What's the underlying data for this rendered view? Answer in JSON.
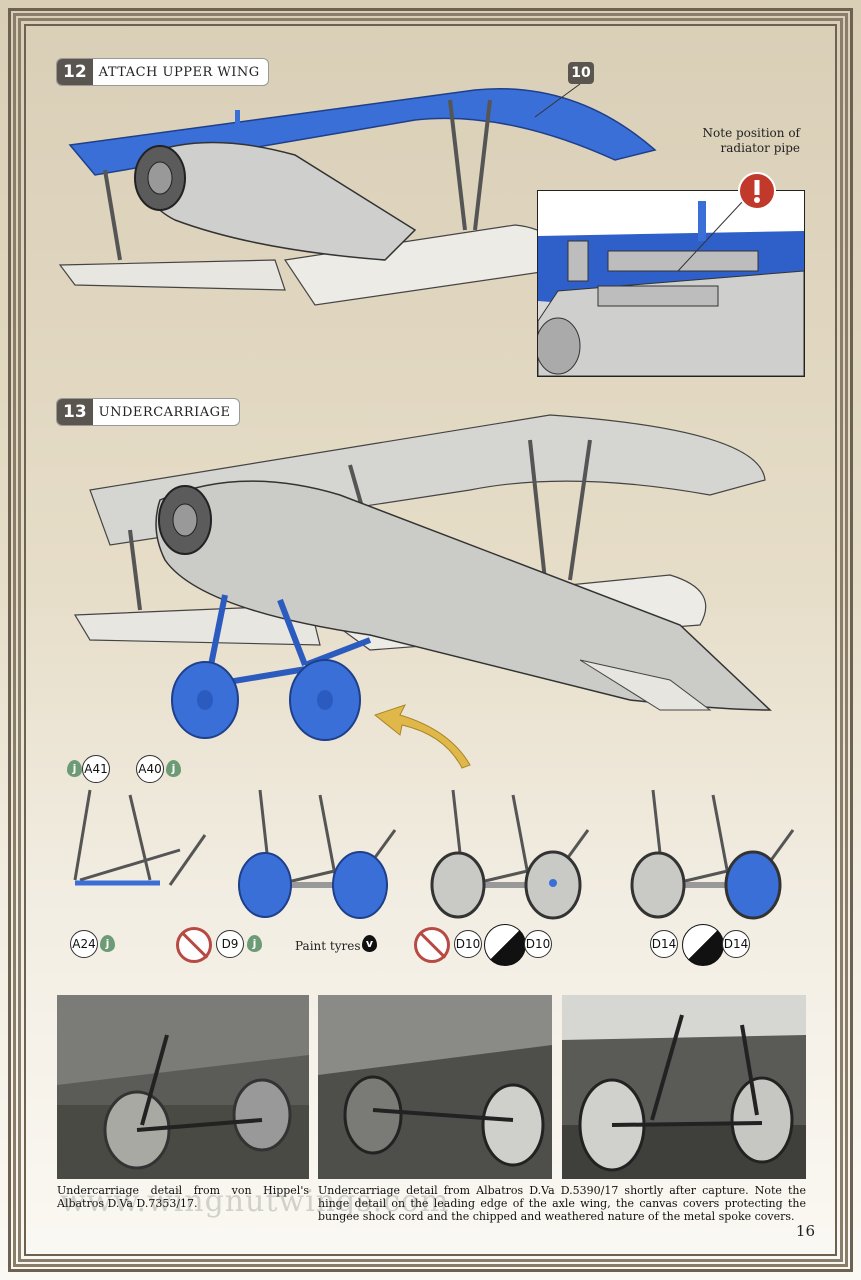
{
  "steps": {
    "step12": {
      "number": "12",
      "title": "ATTACH UPPER WING"
    },
    "step13": {
      "number": "13",
      "title": "UNDERCARRIAGE"
    }
  },
  "callouts": {
    "part10": "10",
    "radiator_note_line1": "Note position of",
    "radiator_note_line2": "radiator pipe"
  },
  "parts": {
    "A41": "A41",
    "A40": "A40",
    "A24": "A24",
    "D9": "D9",
    "D10a": "D10",
    "D10b": "D10",
    "D14a": "D14",
    "D14b": "D14"
  },
  "paint": {
    "glue_code": "j",
    "tyre_code": "v",
    "tyre_label": "Paint tyres"
  },
  "captions": {
    "photo1": "Undercarriage detail from von Hippel's Albatros D.Va D.7353/17.",
    "photo2": "Undercarriage detail from Albatros D.Va D.5390/17 shortly after capture. Note the hinge detail on the leading edge of the axle wing, the canvas covers protecting the bungee shock cord and the chipped and weathered nature of the metal spoke covers."
  },
  "watermark": "www.wingnutwings.com",
  "page_number": "16",
  "colors": {
    "highlight_blue": "#3a6fd8",
    "frame": "#6d6152",
    "step_badge": "#5a554e",
    "warning_red": "#c0392b"
  }
}
